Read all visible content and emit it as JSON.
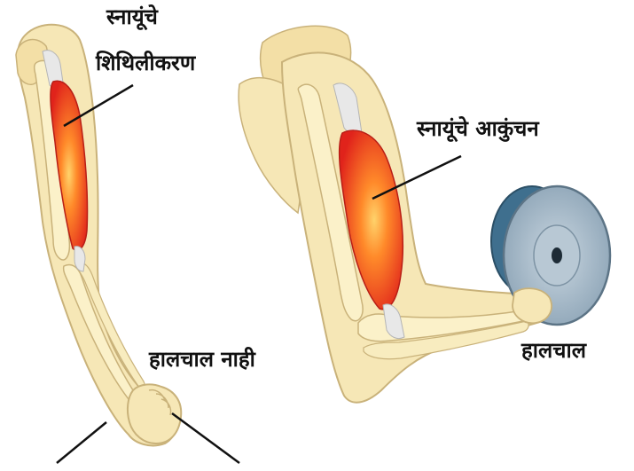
{
  "labels": {
    "relaxation_line1": "स्नायूंचे",
    "relaxation_line2": "शिथिलीकरण",
    "contraction": "स्नायूंचे आकुंचन",
    "no_movement": "हालचाल नाही",
    "movement": "हालचाल"
  },
  "colors": {
    "skin": "#f6e7b6",
    "skin_outline": "#c9b27a",
    "bone": "#fbf1c9",
    "muscle": "#e3241b",
    "muscle_highlight": "#ffb347",
    "tendon": "#e8e8e8",
    "plate_outer": "#a9bccb",
    "plate_back": "#3f6f8e",
    "leader_line": "#111111"
  }
}
